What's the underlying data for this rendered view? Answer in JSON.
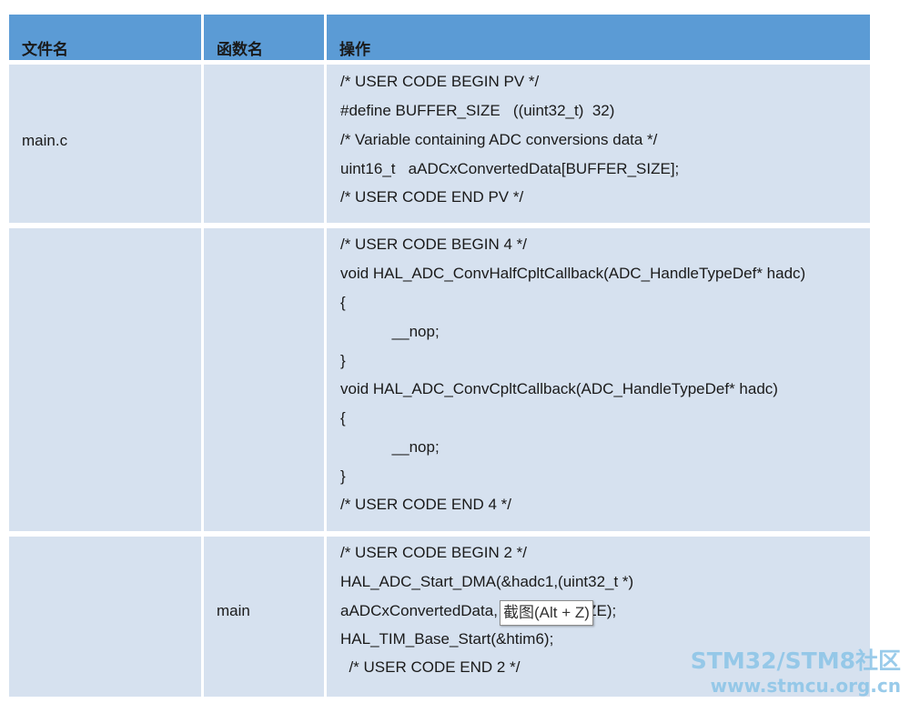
{
  "table": {
    "headers": [
      "文件名",
      "函数名",
      "操作"
    ],
    "rows": [
      {
        "file": "main.c",
        "function": "",
        "code": [
          "/* USER CODE BEGIN PV */",
          "#define BUFFER_SIZE   ((uint32_t)  32)",
          "/* Variable containing ADC conversions data */",
          "uint16_t   aADCxConvertedData[BUFFER_SIZE];",
          "/* USER CODE END PV */"
        ]
      },
      {
        "file": "",
        "function": "",
        "code": [
          "/* USER CODE BEGIN 4 */",
          "void HAL_ADC_ConvHalfCpltCallback(ADC_HandleTypeDef* hadc)",
          "{",
          "            __nop;",
          "}",
          "void HAL_ADC_ConvCpltCallback(ADC_HandleTypeDef* hadc)",
          "{",
          "            __nop;",
          "}",
          "/* USER CODE END 4 */"
        ]
      },
      {
        "file": "",
        "function": "main",
        "code": [
          "/* USER CODE BEGIN 2 */",
          "HAL_ADC_Start_DMA(&hadc1,(uint32_t *)",
          "aADCxConvertedData, BUFFER_SIZE);",
          "HAL_TIM_Base_Start(&htim6);",
          "  /* USER CODE END 2 */"
        ]
      }
    ]
  },
  "tooltip": "截图(Alt + Z)",
  "watermark": {
    "line1": "STM32/STM8社区",
    "line2": "www.stmcu.org.cn"
  }
}
